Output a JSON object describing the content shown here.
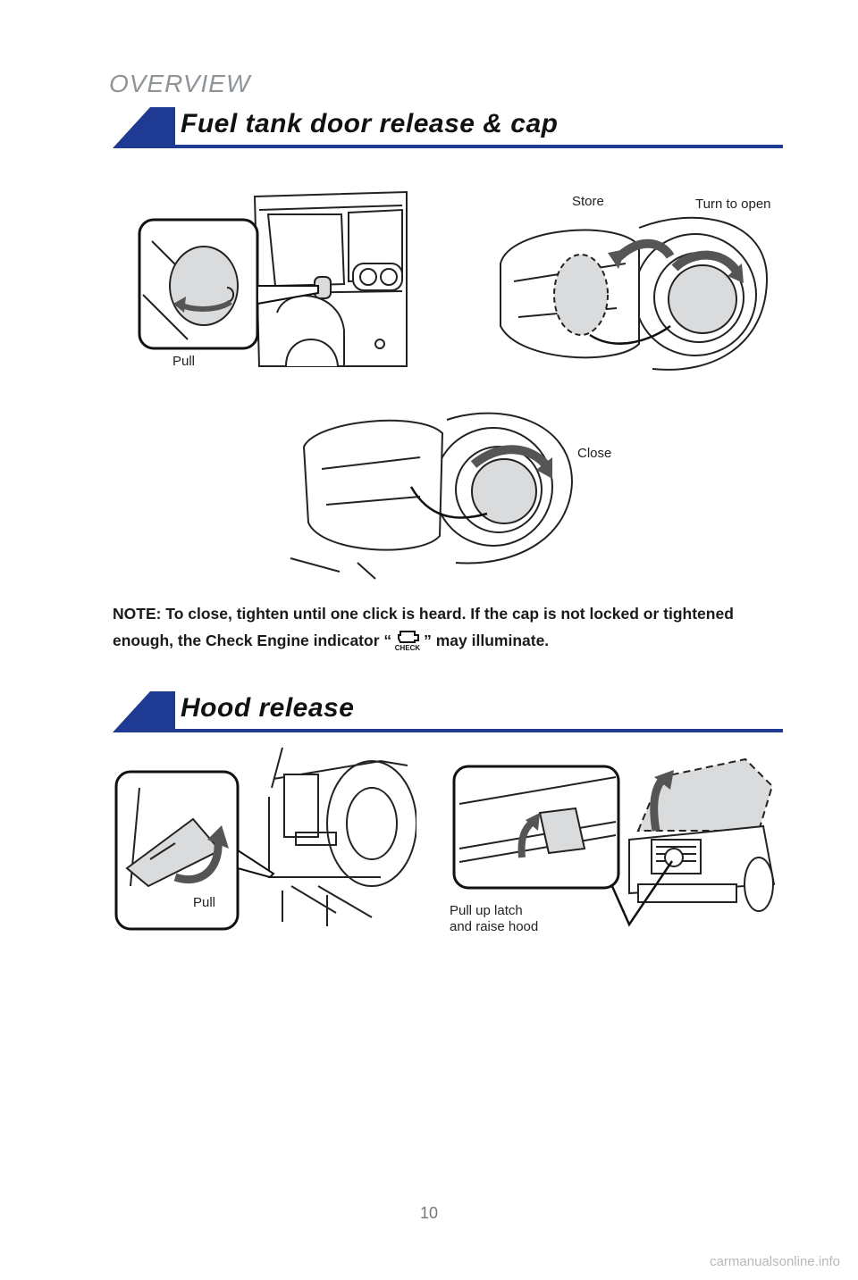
{
  "page": {
    "overview_label": "OVERVIEW",
    "page_number": "10",
    "watermark": "carmanualsonline.info"
  },
  "fuel_section": {
    "title": "Fuel tank door release & cap",
    "labels": {
      "pull": "Pull",
      "store": "Store",
      "turn_to_open": "Turn to open",
      "close": "Close"
    },
    "note_part1": "NOTE: To close, tighten until one click is heard. If the cap is not locked or tightened enough, the Check Engine indicator “",
    "note_icon_text": "CHECK",
    "note_part2": "” may illuminate."
  },
  "hood_section": {
    "title": "Hood release",
    "labels": {
      "pull": "Pull",
      "pull_up_latch_line1": "Pull up latch",
      "pull_up_latch_line2": "and raise hood"
    }
  },
  "colors": {
    "accent_blue": "#1f3a93",
    "gray_fill": "#d9dbdd"
  }
}
